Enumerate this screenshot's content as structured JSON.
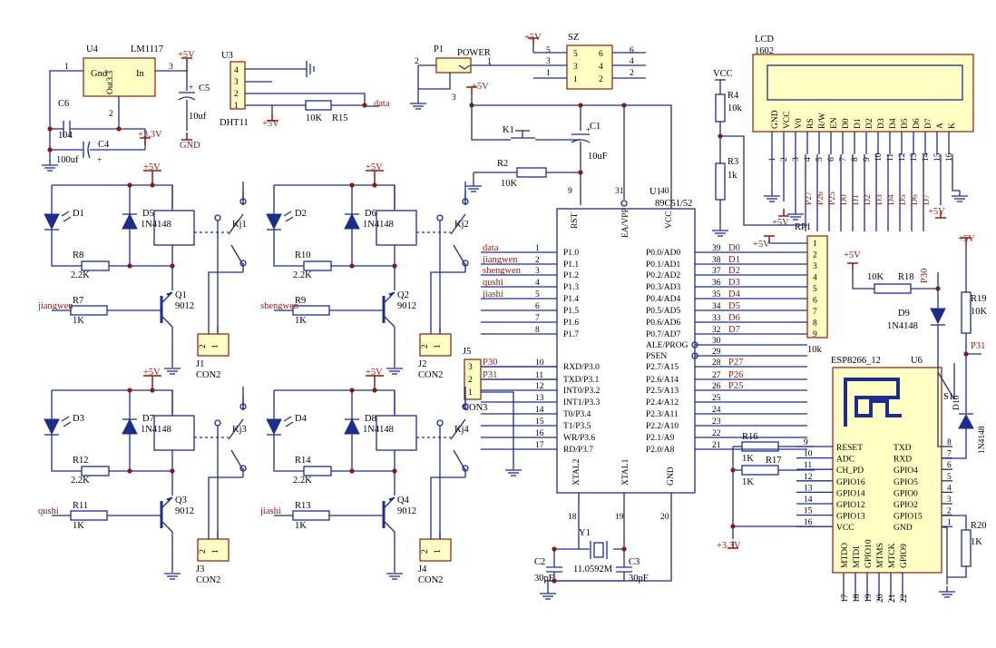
{
  "u4": {
    "ref": "U4",
    "part": "LM1117",
    "gnd": "Gnd",
    "in": "In",
    "out": "Out3.3",
    "p1": "1",
    "p2": "2",
    "p3": "3"
  },
  "caps": {
    "c5": "C5",
    "c5v": "10uf",
    "c6": "C6",
    "c6v": "104",
    "c4": "C4",
    "c4v": "100uf",
    "c1": "C1",
    "c1v": "10uF",
    "c2": "C2",
    "c2v": "30pF",
    "c3": "C3",
    "c3v": "30pF",
    "plus": "+"
  },
  "pwr": {
    "p5v": "+5V",
    "p33": "+3.3V",
    "gnd": "GND",
    "vcc": "VCC"
  },
  "u3": {
    "ref": "U3",
    "part": "DHT11",
    "pins": [
      "4",
      "3",
      "2",
      "1"
    ],
    "r": "R15",
    "rv": "10K",
    "net": "data"
  },
  "p1": {
    "ref": "P1",
    "part": "POWER",
    "pins": [
      "2",
      "1",
      "3"
    ]
  },
  "sz": {
    "ref": "SZ",
    "pins": [
      "5",
      "3",
      "1",
      "5",
      "3",
      "1",
      "6",
      "4",
      "2",
      "6",
      "4",
      "2"
    ]
  },
  "lcd": {
    "title": "LCD",
    "part": "1602",
    "pins": [
      "GND",
      "VCC",
      "V0",
      "RS",
      "R/W",
      "EN",
      "D0",
      "D1",
      "D2",
      "D3",
      "D4",
      "D5",
      "D6",
      "D7",
      "A",
      "K"
    ],
    "nums": [
      "1",
      "2",
      "3",
      "4",
      "5",
      "6",
      "7",
      "8",
      "9",
      "10",
      "11",
      "12",
      "13",
      "14",
      "15",
      "16"
    ],
    "nets": [
      "P27",
      "P26",
      "P25",
      "D0",
      "D1",
      "D2",
      "D3",
      "D4",
      "D5",
      "D6",
      "D7"
    ]
  },
  "r34": {
    "r4": "R4",
    "r4v": "10k",
    "r3": "R3",
    "r3v": "1k"
  },
  "k1": {
    "ref": "K1",
    "r2": "R2",
    "r2v": "10K"
  },
  "u1": {
    "ref": "U1",
    "part": "89C51/52",
    "rst": "RST",
    "ea": "EA/VPP",
    "vcc": "VCC",
    "xtal2": "XTAL2",
    "xtal1": "XTAL1",
    "gnd": "GND",
    "pin9": "9",
    "pin31": "31",
    "pin40": "40",
    "pin18": "18",
    "pin19": "19",
    "pin20": "20",
    "left": [
      [
        "1",
        "P1.0",
        "data"
      ],
      [
        "2",
        "P1.1",
        "jiangwen"
      ],
      [
        "3",
        "P1.2",
        "shengwen"
      ],
      [
        "4",
        "P1.3",
        "qushi"
      ],
      [
        "5",
        "P1.4",
        "jiashi"
      ],
      [
        "6",
        "P1.5",
        ""
      ],
      [
        "7",
        "P1.6",
        ""
      ],
      [
        "8",
        "P1.7",
        ""
      ],
      [
        "10",
        "RXD/P3.0",
        "P30"
      ],
      [
        "11",
        "TXD/P3.1",
        "P31"
      ],
      [
        "12",
        "INT0/P3.2",
        ""
      ],
      [
        "13",
        "INT1/P3.3",
        ""
      ],
      [
        "14",
        "T0/P3.4",
        ""
      ],
      [
        "15",
        "T1/P3.5",
        ""
      ],
      [
        "16",
        "WR/P3.6",
        ""
      ],
      [
        "17",
        "RD/P3.7",
        ""
      ]
    ],
    "right": [
      [
        "39",
        "P0.0/AD0",
        "D0"
      ],
      [
        "38",
        "P0.1/AD1",
        "D1"
      ],
      [
        "37",
        "P0.2/AD2",
        "D2"
      ],
      [
        "36",
        "P0.3/AD3",
        "D3"
      ],
      [
        "35",
        "P0.4/AD4",
        "D4"
      ],
      [
        "34",
        "P0.5/AD5",
        "D5"
      ],
      [
        "33",
        "P0.6/AD6",
        "D6"
      ],
      [
        "32",
        "P0.7/AD7",
        "D7"
      ],
      [
        "30",
        "ALE/PROG",
        ""
      ],
      [
        "29",
        "PSEN",
        ""
      ],
      [
        "28",
        "P2.7/A15",
        "P27"
      ],
      [
        "27",
        "P2.6/A14",
        "P26"
      ],
      [
        "26",
        "P2.5/A13",
        "P25"
      ],
      [
        "25",
        "P2.4/A12",
        ""
      ],
      [
        "24",
        "P2.3/A11",
        ""
      ],
      [
        "23",
        "P2.2/A10",
        ""
      ],
      [
        "22",
        "P2.1/A9",
        ""
      ],
      [
        "21",
        "P2.0/A8",
        ""
      ]
    ]
  },
  "rp1": {
    "ref": "RP1",
    "val": "10k",
    "pins": [
      "1",
      "2",
      "3",
      "4",
      "5",
      "6",
      "7",
      "8",
      "9"
    ]
  },
  "j5": {
    "ref": "J5",
    "part": "CON3",
    "pins": [
      "3",
      "2",
      "1"
    ]
  },
  "y1": {
    "ref": "Y1",
    "val": "11.0592M"
  },
  "relays": [
    {
      "d": "D1",
      "dk": "D5",
      "dkv": "1N4148",
      "kj": "Kj1",
      "r": "R8",
      "rv": "2.2K",
      "rb": "R7",
      "rbv": "1K",
      "q": "Q1",
      "qv": "9012",
      "net": "jiangwen",
      "j": "J1",
      "jv": "CON2",
      "jp": [
        "2",
        "1"
      ],
      "vcc": "+5V"
    },
    {
      "d": "D2",
      "dk": "D6",
      "dkv": "1N4148",
      "kj": "Kj2",
      "r": "R10",
      "rv": "2.2K",
      "rb": "R9",
      "rbv": "1K",
      "q": "Q2",
      "qv": "9012",
      "net": "shengwen",
      "j": "J2",
      "jv": "CON2",
      "jp": [
        "2",
        "1"
      ],
      "vcc": "+5V"
    },
    {
      "d": "D3",
      "dk": "D7",
      "dkv": "1N4148",
      "kj": "Kj3",
      "r": "R12",
      "rv": "2.2K",
      "rb": "R11",
      "rbv": "1K",
      "q": "Q3",
      "qv": "9012",
      "net": "qushi",
      "j": "J3",
      "jv": "CON2",
      "jp": [
        "2",
        "1"
      ],
      "vcc": "+5V"
    },
    {
      "d": "D4",
      "dk": "D8",
      "dkv": "1N4148",
      "kj": "Kj4",
      "r": "R14",
      "rv": "2.2K",
      "rb": "R13",
      "rbv": "1K",
      "q": "Q4",
      "qv": "9012",
      "net": "jiashi",
      "j": "J4",
      "jv": "CON2",
      "jp": [
        "2",
        "1"
      ],
      "vcc": "+5V"
    }
  ],
  "esp": {
    "part": "ESP8266_12",
    "ref": "U6",
    "left": [
      [
        "9",
        "RESET"
      ],
      [
        "10",
        "ADC"
      ],
      [
        "11",
        "CH_PD"
      ],
      [
        "12",
        "GPIO16"
      ],
      [
        "13",
        "GPIO14"
      ],
      [
        "14",
        "GPIO12"
      ],
      [
        "15",
        "GPIO13"
      ],
      [
        "16",
        "VCC"
      ]
    ],
    "right": [
      [
        "8",
        "TXD"
      ],
      [
        "7",
        "RXD"
      ],
      [
        "6",
        "GPIO4"
      ],
      [
        "5",
        "GPIO5"
      ],
      [
        "4",
        "GPIO0"
      ],
      [
        "3",
        "GPIO2"
      ],
      [
        "2",
        "GPIO15"
      ],
      [
        "1",
        "GND"
      ]
    ],
    "bottom": [
      "MTDO",
      "MTDI",
      "GPIO10",
      "MTMS",
      "MTCK",
      "GPIO9"
    ],
    "bnums": [
      "17",
      "18",
      "19",
      "20",
      "21",
      "22"
    ]
  },
  "esp_parts": {
    "r16": "R16",
    "r16v": "1K",
    "r17": "R17",
    "r17v": "1K",
    "r18": "R18",
    "r18v": "10K",
    "r19": "R19",
    "r19v": "10K",
    "r20": "R20",
    "r20v": "1K",
    "d9": "D9",
    "d9v": "1N4148",
    "d10": "D10",
    "d10v": "1N4148",
    "s1": "S1",
    "p30": "P30",
    "p31": "P31"
  }
}
